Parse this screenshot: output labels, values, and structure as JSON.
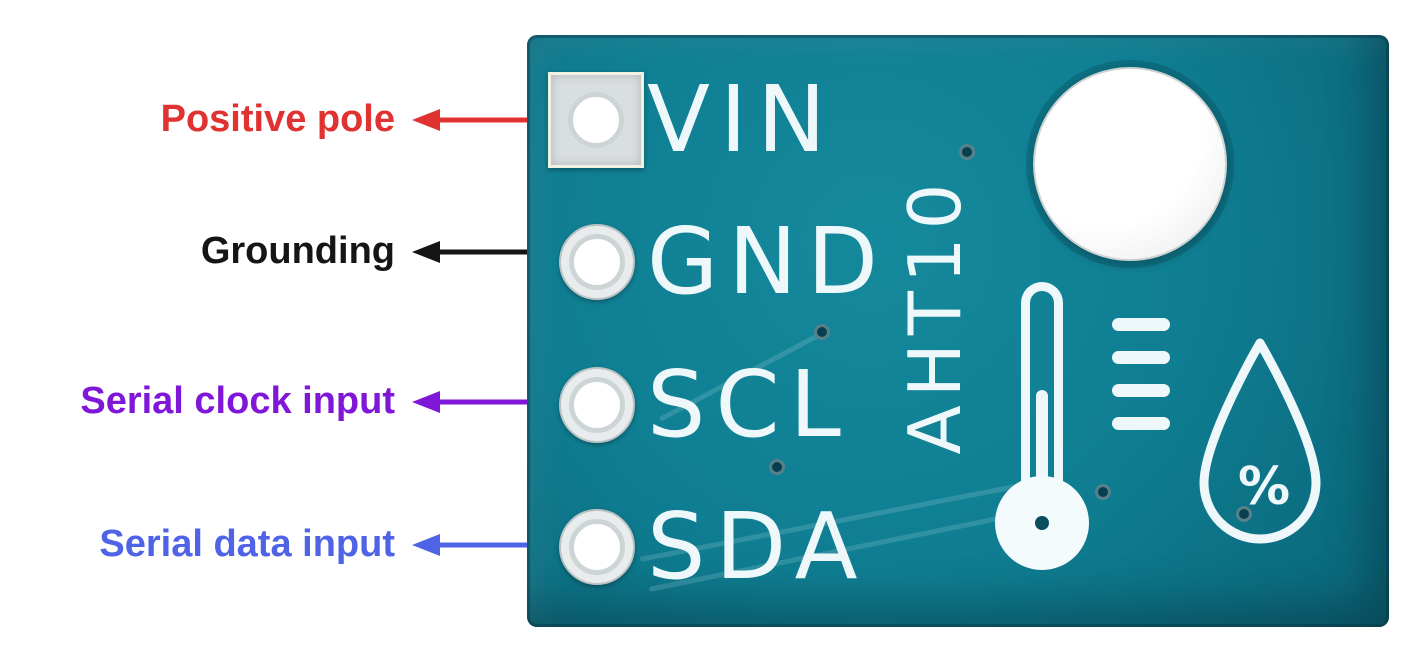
{
  "annotations": [
    {
      "pin": "VIN",
      "label": "Positive pole",
      "color": "#e03231"
    },
    {
      "pin": "GND",
      "label": "Grounding",
      "color": "#151515"
    },
    {
      "pin": "SCL",
      "label": "Serial clock input",
      "color": "#7f16d8"
    },
    {
      "pin": "SDA",
      "label": "Serial data input",
      "color": "#4f63e6"
    }
  ],
  "board": {
    "pins": [
      "VIN",
      "GND",
      "SCL",
      "SDA"
    ],
    "chip_label": "AHT10",
    "droplet_symbol": "%",
    "colors": {
      "pcb": "#0f7e92",
      "silkscreen": "#eef8fa"
    }
  }
}
